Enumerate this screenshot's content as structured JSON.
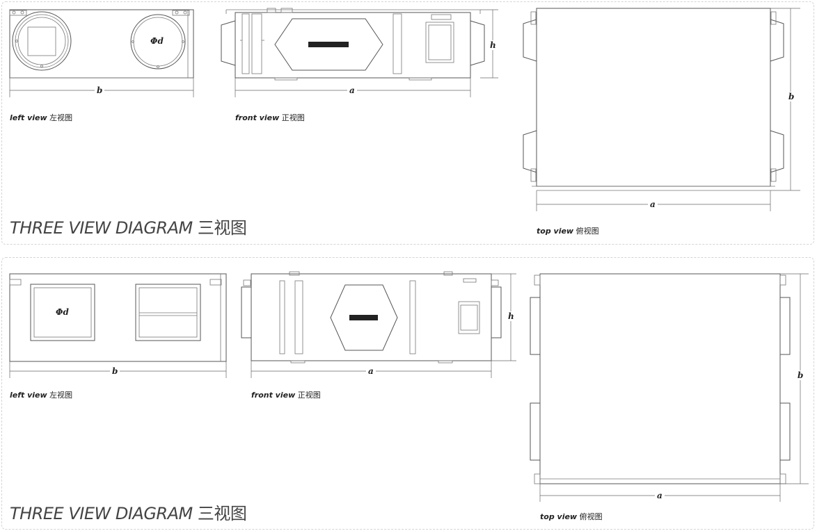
{
  "diagrams": [
    {
      "title_en": "THREE VIEW DIAGRAM",
      "title_zh": "三视图",
      "left_view": {
        "label_en": "left view",
        "label_zh": "左视图",
        "dim_b": "b",
        "dim_d": "Φd"
      },
      "front_view": {
        "label_en": "front view",
        "label_zh": "正视图",
        "dim_a": "a",
        "dim_h": "h"
      },
      "top_view": {
        "label_en": "top view",
        "label_zh": "俯视图",
        "dim_a": "a",
        "dim_b": "b"
      }
    },
    {
      "title_en": "THREE VIEW DIAGRAM",
      "title_zh": "三视图",
      "left_view": {
        "label_en": "left view",
        "label_zh": "左视图",
        "dim_b": "b",
        "dim_d": "Φd"
      },
      "front_view": {
        "label_en": "front view",
        "label_zh": "正视图",
        "dim_a": "a",
        "dim_h": "h"
      },
      "top_view": {
        "label_en": "top view",
        "label_zh": "俯视图",
        "dim_a": "a",
        "dim_b": "b"
      }
    }
  ]
}
